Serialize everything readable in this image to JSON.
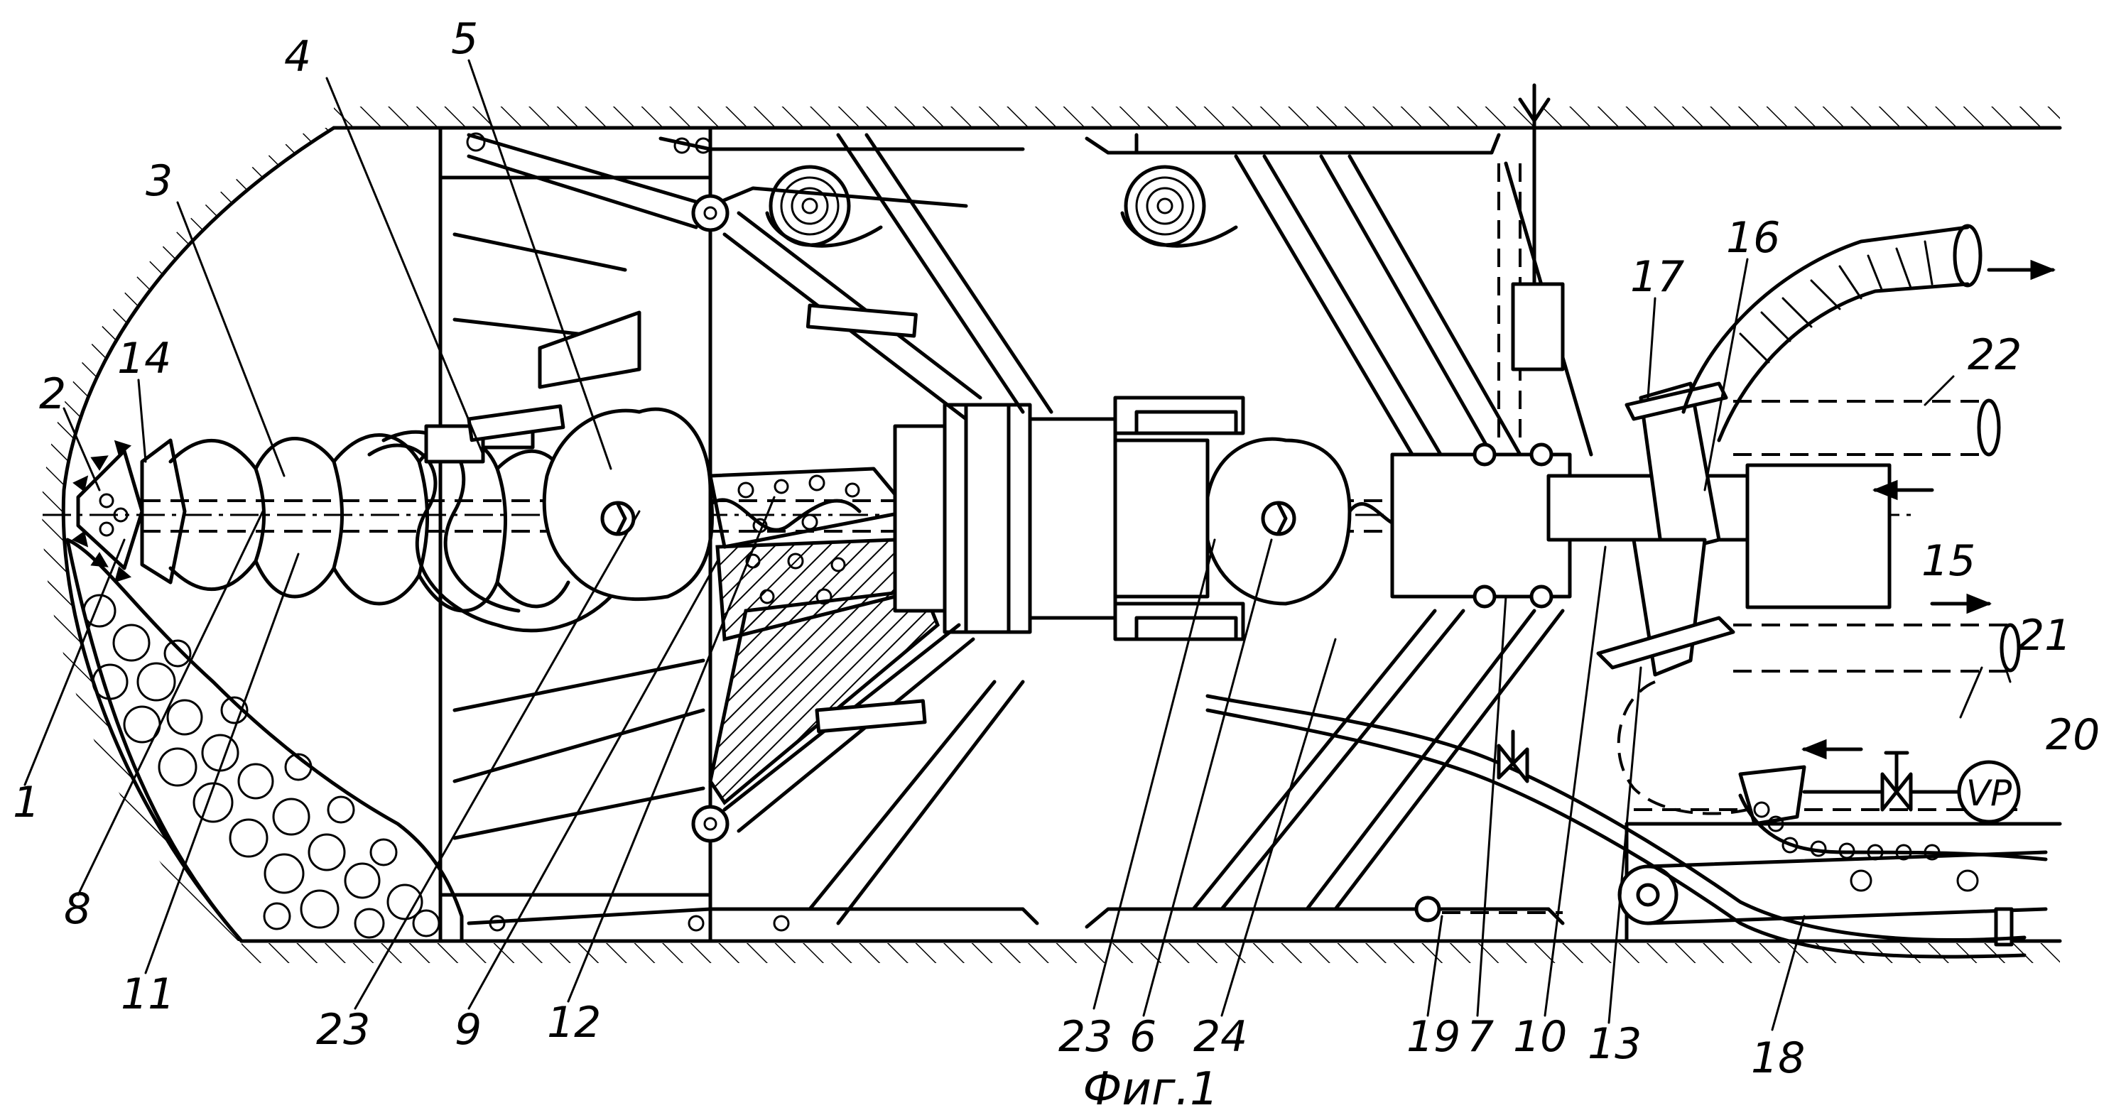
{
  "figure": {
    "caption": "Фиг.1",
    "labels": [
      {
        "id": "label-1",
        "text": "1"
      },
      {
        "id": "label-2",
        "text": "2"
      },
      {
        "id": "label-3",
        "text": "3"
      },
      {
        "id": "label-4",
        "text": "4"
      },
      {
        "id": "label-5",
        "text": "5"
      },
      {
        "id": "label-6",
        "text": "6"
      },
      {
        "id": "label-7",
        "text": "7"
      },
      {
        "id": "label-8",
        "text": "8"
      },
      {
        "id": "label-9",
        "text": "9"
      },
      {
        "id": "label-10",
        "text": "10"
      },
      {
        "id": "label-11",
        "text": "11"
      },
      {
        "id": "label-12",
        "text": "12"
      },
      {
        "id": "label-13",
        "text": "13"
      },
      {
        "id": "label-14",
        "text": "14"
      },
      {
        "id": "label-15",
        "text": "15"
      },
      {
        "id": "label-16",
        "text": "16"
      },
      {
        "id": "label-17",
        "text": "17"
      },
      {
        "id": "label-18",
        "text": "18"
      },
      {
        "id": "label-19",
        "text": "19"
      },
      {
        "id": "label-20",
        "text": "20"
      },
      {
        "id": "label-21",
        "text": "21"
      },
      {
        "id": "label-22",
        "text": "22"
      },
      {
        "id": "label-23a",
        "text": "23"
      },
      {
        "id": "label-23b",
        "text": "23"
      },
      {
        "id": "label-24",
        "text": "24"
      }
    ],
    "pump_symbol": "VP"
  }
}
